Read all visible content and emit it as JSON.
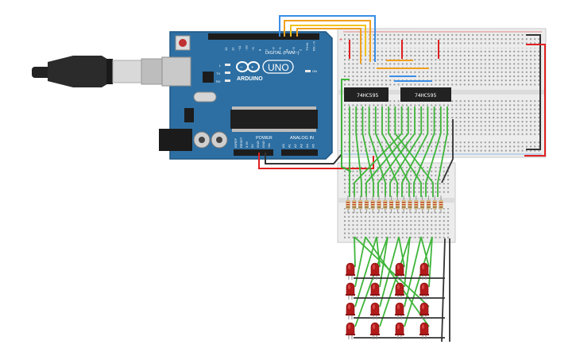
{
  "board": {
    "brand": "ARDUINO",
    "model": "UNO",
    "digital_label": "DIGITAL (PWM~)",
    "power_label": "POWER",
    "analog_label": "ANALOG IN",
    "on_label": "ON",
    "tx_label": "TX",
    "rx_label": "RX",
    "l_label": "L",
    "aref_label": "AREF",
    "gnd_label": "GND",
    "digital_pins": [
      "13",
      "12",
      "~11",
      "~10",
      "~9",
      "8",
      "7",
      "~6",
      "~5",
      "4",
      "~3",
      "2",
      "TX➜1",
      "RX←0"
    ],
    "power_pins": [
      "IOREF",
      "RESET",
      "3.3V",
      "5V",
      "GND",
      "GND",
      "Vin"
    ],
    "analog_pins": [
      "A0",
      "A1",
      "A2",
      "A3",
      "A4",
      "A5"
    ]
  },
  "chips": [
    {
      "label": "74HC595"
    },
    {
      "label": "74HC595"
    }
  ],
  "breadboard": {
    "plus": "+",
    "minus": "−"
  },
  "colors": {
    "board": "#2d6fa3",
    "board_dark": "#1f5682",
    "breadboard": "#ececec",
    "wire_green": "#3fb53a",
    "wire_red": "#e02020",
    "wire_black": "#333333",
    "wire_blue": "#3a8ee6",
    "wire_orange": "#f0a020",
    "wire_yellow": "#f2c21d",
    "led": "#b31b1b",
    "chip": "#222222"
  },
  "icons": {
    "usb": "usb-cable-icon",
    "infinity": "arduino-infinity-logo"
  }
}
